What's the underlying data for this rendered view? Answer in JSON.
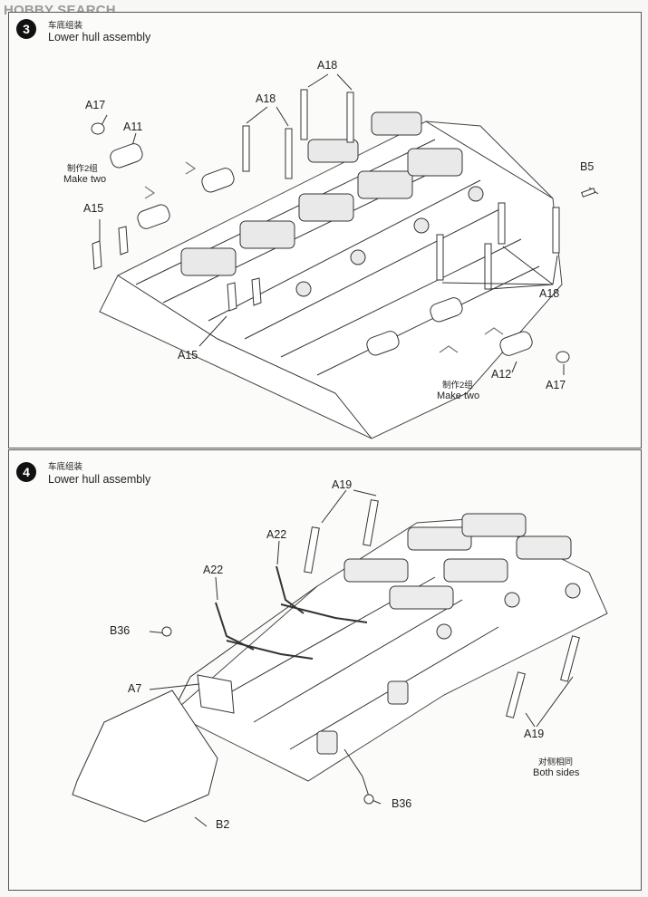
{
  "watermark": "HOBBY SEARCH",
  "steps": [
    {
      "number": "3",
      "title_cn": "车底组装",
      "title_en": "Lower hull assembly",
      "labels": {
        "a18_top": "A18",
        "a18_left": "A18",
        "a17_top": "A17",
        "a11": "A11",
        "make_two_cn_1": "制作2组",
        "make_two_en_1": "Make two",
        "b5": "B5",
        "a15_top": "A15",
        "a18_right": "A18",
        "a15_bottom": "A15",
        "make_two_cn_2": "制作2组",
        "make_two_en_2": "Make two",
        "a12": "A12",
        "a17_bottom": "A17"
      }
    },
    {
      "number": "4",
      "title_cn": "车底组装",
      "title_en": "Lower hull assembly",
      "labels": {
        "a19_top": "A19",
        "a22_top": "A22",
        "a22_left": "A22",
        "b36_left": "B36",
        "a7": "A7",
        "a19_bottom": "A19",
        "both_sides_cn": "对侧相同",
        "both_sides_en": "Both sides",
        "b36_bottom": "B36",
        "b2": "B2"
      }
    }
  ]
}
